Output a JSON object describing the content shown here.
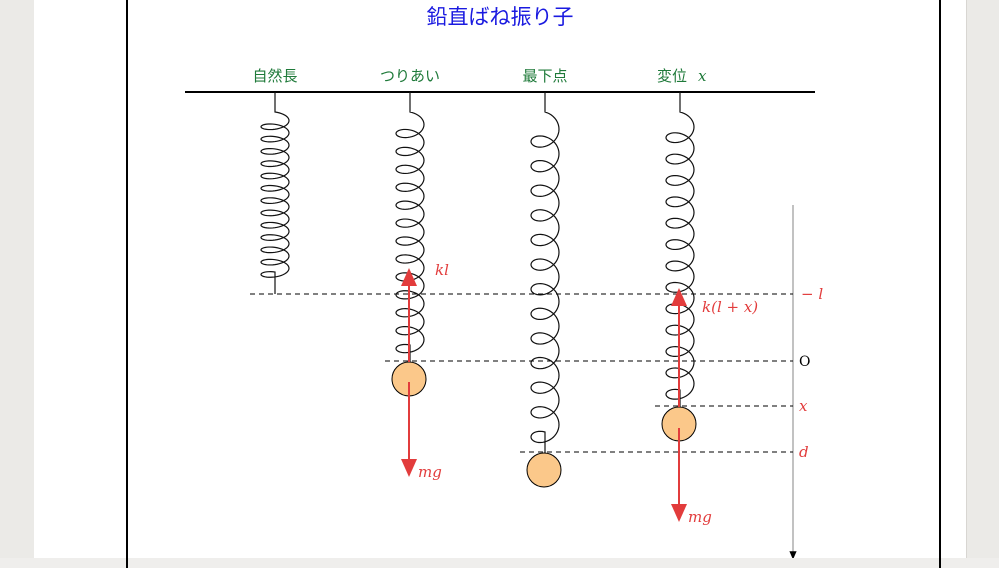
{
  "title": "鉛直ばね振り子",
  "columns": [
    {
      "label": "自然長"
    },
    {
      "label": "つりあい"
    },
    {
      "label": "最下点"
    },
    {
      "label": "変位",
      "label_var": "x"
    }
  ],
  "forces": {
    "spring_eq": "kl",
    "weight_eq": "mg",
    "spring_disp": "k(l + x)",
    "weight_disp": "mg"
  },
  "axis_marks": {
    "minus_l": "− l",
    "origin": "O",
    "x": "x",
    "d": "d"
  },
  "colors": {
    "title": "#1a1ae0",
    "labels": "#1f7a3a",
    "force": "#e23c3c",
    "bob": "#fbc88a"
  }
}
